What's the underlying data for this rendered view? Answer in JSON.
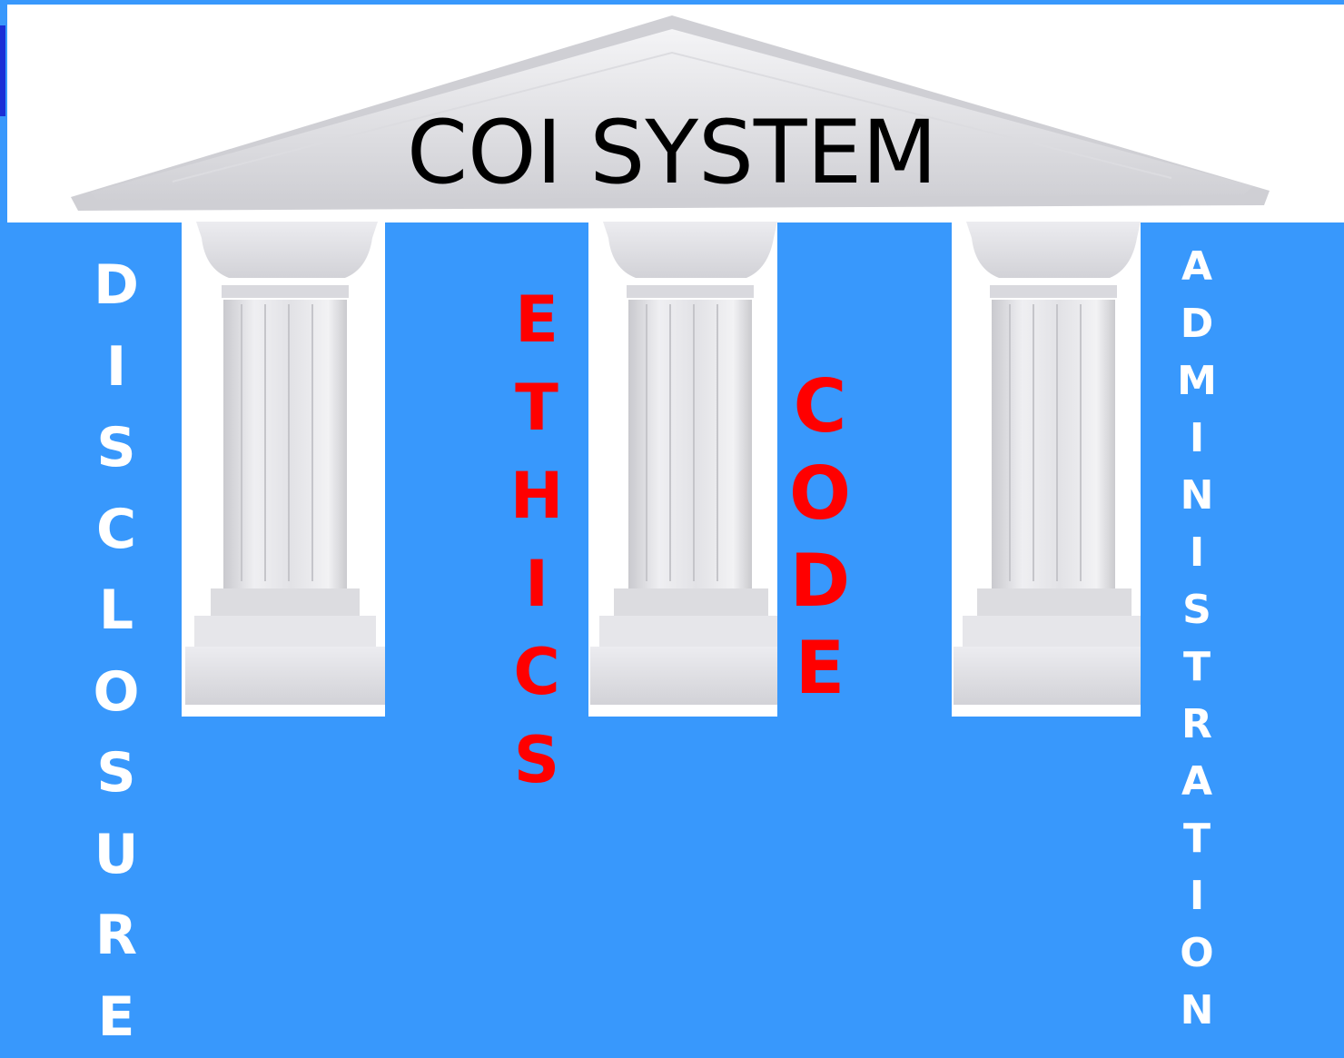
{
  "title": "COI SYSTEM",
  "colors": {
    "background": "#3898fc",
    "red_text": "#ff0000",
    "white_text": "#ffffff",
    "title": "#000000"
  },
  "pillars": {
    "disclosure": {
      "letters": [
        "D",
        "I",
        "S",
        "C",
        "L",
        "O",
        "S",
        "U",
        "R",
        "E"
      ]
    },
    "ethics": {
      "letters": [
        "E",
        "T",
        "H",
        "I",
        "C",
        "S"
      ]
    },
    "code": {
      "letters": [
        "C",
        "O",
        "D",
        "E"
      ]
    },
    "administration": {
      "letters": [
        "A",
        "D",
        "M",
        "I",
        "N",
        "I",
        "S",
        "T",
        "R",
        "A",
        "T",
        "I",
        "O",
        "N"
      ]
    }
  }
}
